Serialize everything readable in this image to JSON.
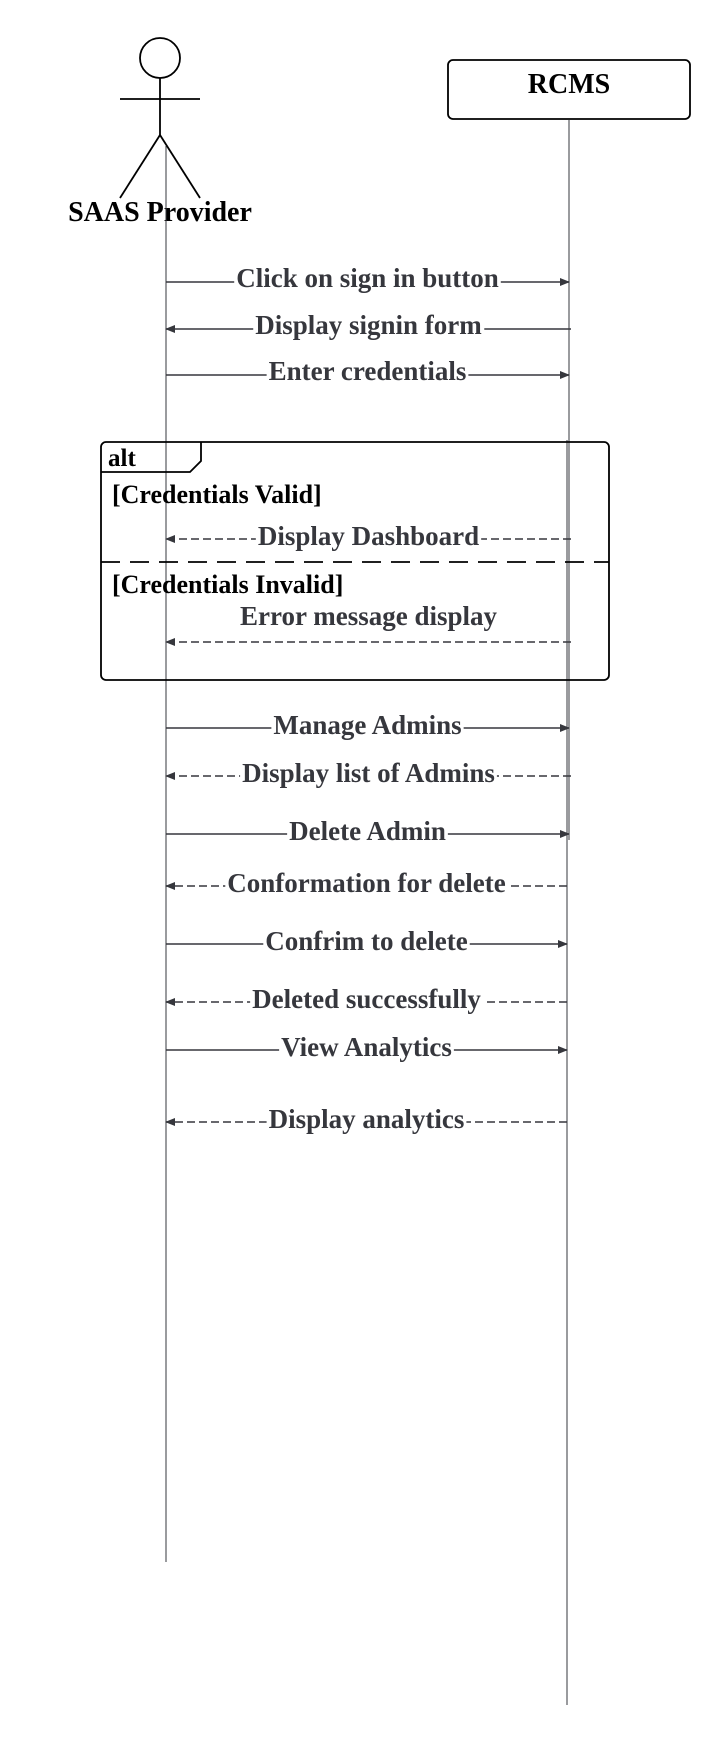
{
  "participants": {
    "actor": "SAAS Provider",
    "system": "RCMS"
  },
  "fragment": {
    "operator": "alt",
    "guard_valid": "[Credentials Valid]",
    "guard_invalid": "[Credentials Invalid]"
  },
  "messages": [
    {
      "text": "Click on sign in button",
      "direction": "to_system",
      "style": "solid"
    },
    {
      "text": "Display signin form",
      "direction": "to_actor",
      "style": "solid"
    },
    {
      "text": "Enter credentials",
      "direction": "to_system",
      "style": "solid"
    },
    {
      "text": "Display Dashboard",
      "direction": "to_actor",
      "style": "dashed"
    },
    {
      "text": "Error message display",
      "direction": "to_actor",
      "style": "dashed"
    },
    {
      "text": "Manage Admins",
      "direction": "to_system",
      "style": "solid"
    },
    {
      "text": "Display list of Admins",
      "direction": "to_actor",
      "style": "dashed"
    },
    {
      "text": "Delete Admin",
      "direction": "to_system",
      "style": "solid"
    },
    {
      "text": "Conformation for delete",
      "direction": "to_actor",
      "style": "dashed"
    },
    {
      "text": "Confrim to delete",
      "direction": "to_system",
      "style": "solid"
    },
    {
      "text": "Deleted successfully",
      "direction": "to_actor",
      "style": "dashed"
    },
    {
      "text": "View Analytics",
      "direction": "to_system",
      "style": "solid"
    },
    {
      "text": "Display analytics",
      "direction": "to_actor",
      "style": "dashed"
    }
  ],
  "colors": {
    "line": "#36373d",
    "text": "#36373d",
    "header": "#000000"
  }
}
